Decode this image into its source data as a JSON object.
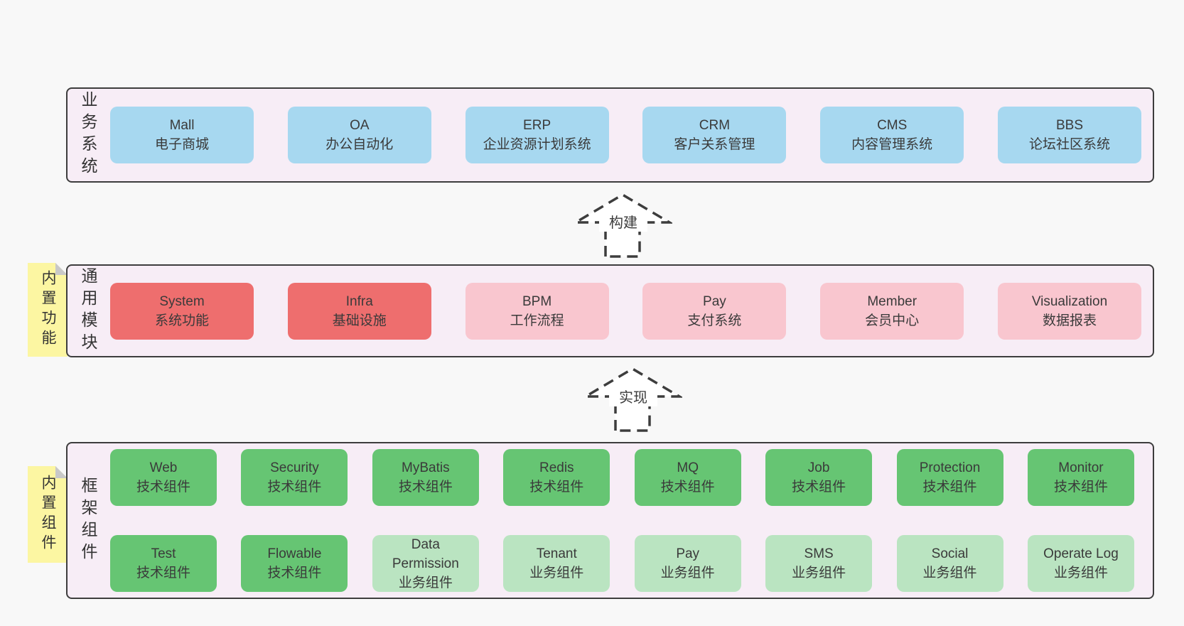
{
  "page": {
    "background": "#f8f8f8"
  },
  "colors": {
    "band_background": "#f7edf6",
    "band_border": "#3d3d3d",
    "blue_box": "#a7d8f0",
    "red_box": "#ee6e6e",
    "pink_box": "#f9c6cf",
    "green_box": "#66c573",
    "light_green_box": "#bae4c1",
    "note_background": "#fcf6a2",
    "note_fold": "#c8c8c8",
    "text": "#3a3a3a"
  },
  "arrows": [
    {
      "label": "构建"
    },
    {
      "label": "实现"
    }
  ],
  "bands": [
    {
      "id": "business-systems",
      "title_vertical": "业务系统",
      "boxes": [
        {
          "title": "Mall",
          "subtitle": "电子商城",
          "color": "blue"
        },
        {
          "title": "OA",
          "subtitle": "办公自动化",
          "color": "blue"
        },
        {
          "title": "ERP",
          "subtitle": "企业资源计划系统",
          "color": "blue"
        },
        {
          "title": "CRM",
          "subtitle": "客户关系管理",
          "color": "blue"
        },
        {
          "title": "CMS",
          "subtitle": "内容管理系统",
          "color": "blue"
        },
        {
          "title": "BBS",
          "subtitle": "论坛社区系统",
          "color": "blue"
        }
      ]
    },
    {
      "id": "common-modules",
      "title_vertical": "通用模块",
      "note": "内置功能",
      "boxes": [
        {
          "title": "System",
          "subtitle": "系统功能",
          "color": "red"
        },
        {
          "title": "Infra",
          "subtitle": "基础设施",
          "color": "red"
        },
        {
          "title": "BPM",
          "subtitle": "工作流程",
          "color": "pink"
        },
        {
          "title": "Pay",
          "subtitle": "支付系统",
          "color": "pink"
        },
        {
          "title": "Member",
          "subtitle": "会员中心",
          "color": "pink"
        },
        {
          "title": "Visualization",
          "subtitle": "数据报表",
          "color": "pink"
        }
      ]
    },
    {
      "id": "framework-components",
      "title_vertical": "框架组件",
      "note": "内置组件",
      "rows": [
        {
          "boxes": [
            {
              "title": "Web",
              "subtitle": "技术组件",
              "color": "green"
            },
            {
              "title": "Security",
              "subtitle": "技术组件",
              "color": "green"
            },
            {
              "title": "MyBatis",
              "subtitle": "技术组件",
              "color": "green"
            },
            {
              "title": "Redis",
              "subtitle": "技术组件",
              "color": "green"
            },
            {
              "title": "MQ",
              "subtitle": "技术组件",
              "color": "green"
            },
            {
              "title": "Job",
              "subtitle": "技术组件",
              "color": "green"
            },
            {
              "title": "Protection",
              "subtitle": "技术组件",
              "color": "green"
            },
            {
              "title": "Monitor",
              "subtitle": "技术组件",
              "color": "green"
            }
          ]
        },
        {
          "boxes": [
            {
              "title": "Test",
              "subtitle": "技术组件",
              "color": "green"
            },
            {
              "title": "Flowable",
              "subtitle": "技术组件",
              "color": "green"
            },
            {
              "title": "Data Permission",
              "subtitle": "业务组件",
              "color": "lightgreen"
            },
            {
              "title": "Tenant",
              "subtitle": "业务组件",
              "color": "lightgreen"
            },
            {
              "title": "Pay",
              "subtitle": "业务组件",
              "color": "lightgreen"
            },
            {
              "title": "SMS",
              "subtitle": "业务组件",
              "color": "lightgreen"
            },
            {
              "title": "Social",
              "subtitle": "业务组件",
              "color": "lightgreen"
            },
            {
              "title": "Operate Log",
              "subtitle": "业务组件",
              "color": "lightgreen"
            }
          ]
        }
      ]
    }
  ]
}
